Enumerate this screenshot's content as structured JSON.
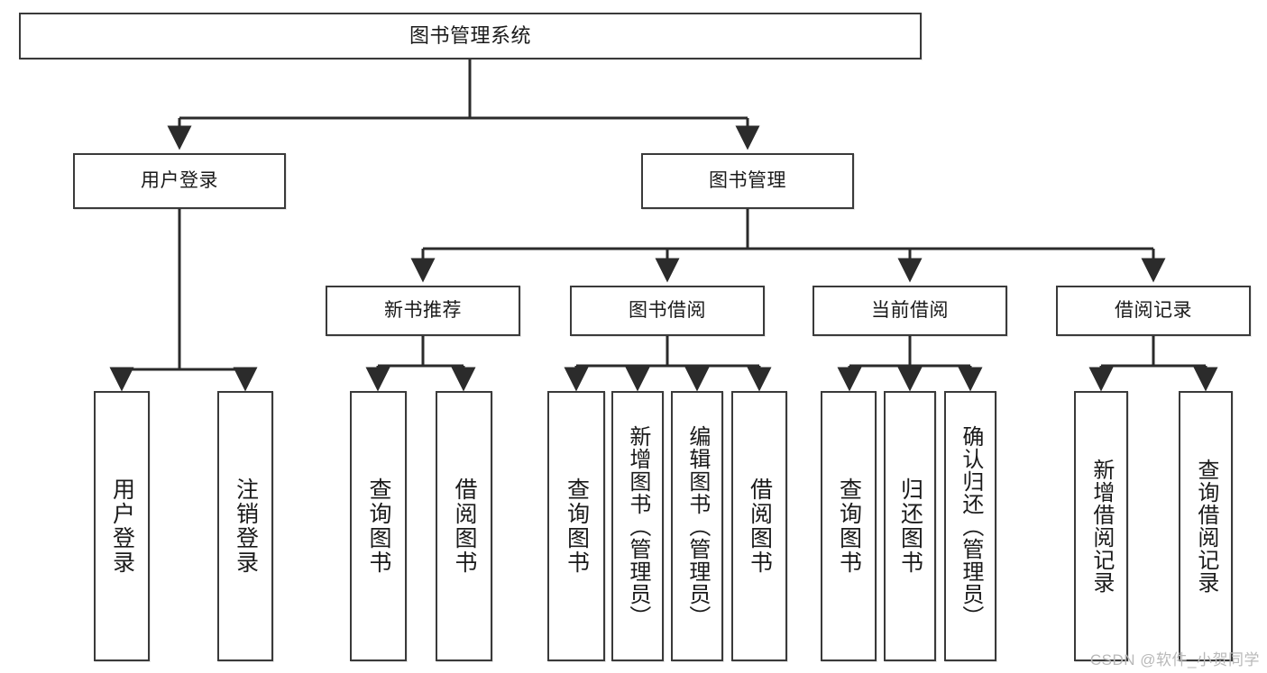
{
  "diagram": {
    "title": "图书管理系统",
    "watermark": "CSDN @软件_小贺同学",
    "line_color": "#3a3a3a",
    "box_fill": "#ffffff",
    "text_color": "#1a1a1a",
    "levels": {
      "level1": [
        {
          "id": "root",
          "label": "图书管理系统"
        }
      ],
      "level2": [
        {
          "id": "user-login",
          "label": "用户登录"
        },
        {
          "id": "book-manage",
          "label": "图书管理"
        }
      ],
      "level3": [
        {
          "id": "new-book-recommend",
          "label": "新书推荐"
        },
        {
          "id": "book-borrow",
          "label": "图书借阅"
        },
        {
          "id": "current-borrow",
          "label": "当前借阅"
        },
        {
          "id": "borrow-record",
          "label": "借阅记录"
        }
      ],
      "level4": [
        {
          "id": "leaf-user-login",
          "label": "用户登录",
          "parent": "user-login"
        },
        {
          "id": "leaf-user-logout",
          "label": "注销登录",
          "parent": "user-login"
        },
        {
          "id": "leaf-query-book-1",
          "label": "查询图书",
          "parent": "new-book-recommend"
        },
        {
          "id": "leaf-borrow-book-1",
          "label": "借阅图书",
          "parent": "new-book-recommend"
        },
        {
          "id": "leaf-query-book-2",
          "label": "查询图书",
          "parent": "book-borrow"
        },
        {
          "id": "leaf-add-book",
          "label": "新增图书（管理员）",
          "parent": "book-borrow"
        },
        {
          "id": "leaf-edit-book",
          "label": "编辑图书（管理员）",
          "parent": "book-borrow"
        },
        {
          "id": "leaf-borrow-book-2",
          "label": "借阅图书",
          "parent": "book-borrow"
        },
        {
          "id": "leaf-query-book-3",
          "label": "查询图书",
          "parent": "current-borrow"
        },
        {
          "id": "leaf-return-book",
          "label": "归还图书",
          "parent": "current-borrow"
        },
        {
          "id": "leaf-confirm-return",
          "label": "确认归还（管理员）",
          "parent": "current-borrow"
        },
        {
          "id": "leaf-add-record",
          "label": "新增借阅记录",
          "parent": "borrow-record"
        },
        {
          "id": "leaf-query-record",
          "label": "查询借阅记录",
          "parent": "borrow-record"
        }
      ]
    }
  }
}
